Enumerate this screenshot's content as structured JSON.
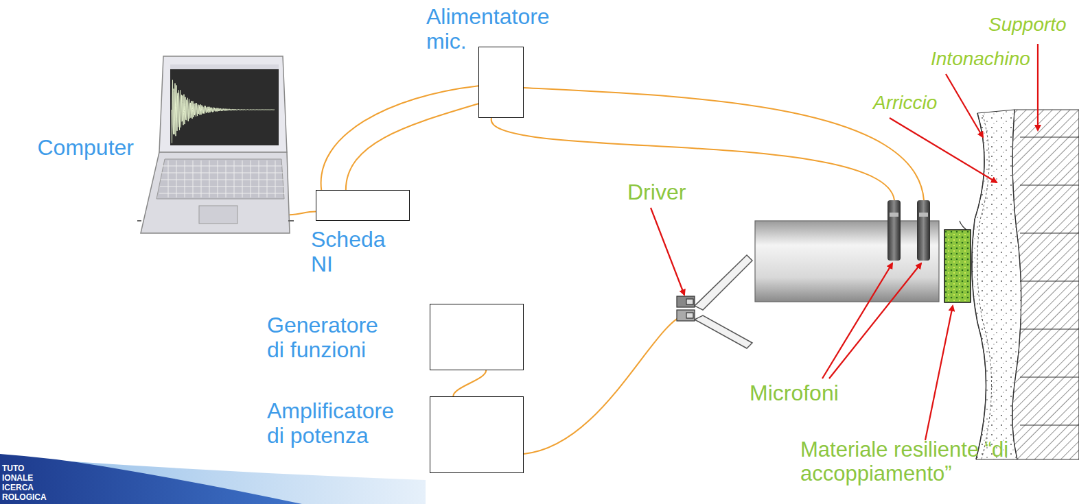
{
  "diagram": {
    "nodes": [
      {
        "text": [
          "Alimentatore mic."
        ]
      },
      {
        "text": [
          "Computer"
        ]
      },
      {
        "text": [
          "Scheda NI"
        ]
      },
      {
        "text": [
          "Generatore di funzioni"
        ]
      },
      {
        "text": [
          "Amplificatore di potenza"
        ]
      }
    ],
    "edges": [
      {
        "from": 0,
        "to": 2,
        "arrow": "none"
      },
      {
        "from": 0,
        "to": 2,
        "arrow": "none"
      },
      {
        "from": 1,
        "to": 2,
        "arrow": "none"
      },
      {
        "from": 3,
        "to": 4,
        "arrow": "none"
      }
    ],
    "labels": [
      "Supporto",
      "Intonachino",
      "Arriccio",
      "Driver",
      "Microfoni",
      "Materiale resiliente “di accoppiamento”",
      "TUTO IONALE ICERCA ROLOGICA"
    ]
  }
}
